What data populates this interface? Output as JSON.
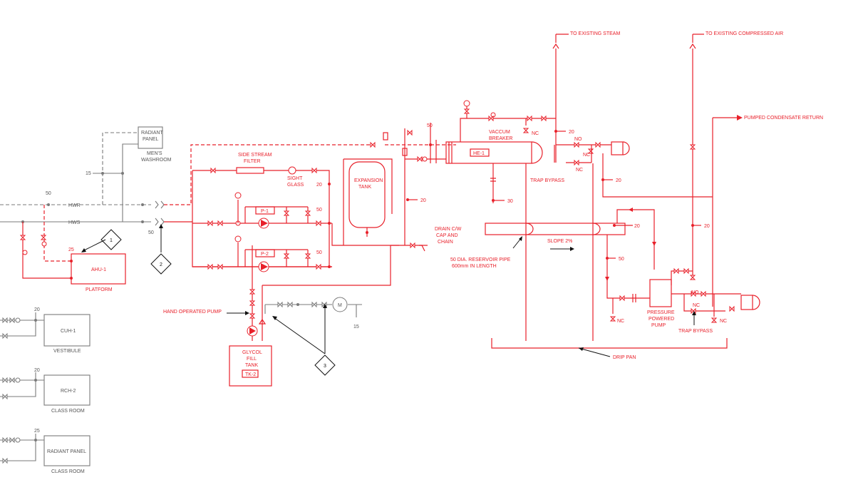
{
  "colors": {
    "heating_piping": "#e8202a",
    "existing_piping": "#7a7a7a",
    "callouts": "#111111",
    "background": "#ffffff"
  },
  "icons": [
    "gate-valve-icon",
    "check-valve-icon",
    "pump-icon",
    "pressure-gauge-icon",
    "motor-icon",
    "callout-diamond-icon",
    "arrow-icon"
  ],
  "labels": {
    "radiant_panel_top": [
      "RADIANT",
      "PANEL"
    ],
    "mens_washroom": [
      "MEN'S",
      "WASHROOM"
    ],
    "hwr": "HWR",
    "hws": "HWS",
    "side_stream_filter": [
      "SIDE STREAM",
      "FILTER"
    ],
    "sight_glass": [
      "SIGHT",
      "GLASS"
    ],
    "expansion_tank": [
      "EXPANSION",
      "TANK"
    ],
    "p1": "P-1",
    "p2": "P-2",
    "ahu1": "AHU-1",
    "platform": "PLATFORM",
    "hand_operated_pump": "HAND OPERATED PUMP",
    "glycol_fill_tank": [
      "GLYCOL",
      "FILL",
      "TANK"
    ],
    "tk2": "TK-2",
    "motor": "M",
    "vacuum_breaker": [
      "VACCUM",
      "BREAKER"
    ],
    "he1": "HE-1",
    "drain": [
      "DRAIN C/W",
      "CAP AND",
      "CHAIN"
    ],
    "reservoir": [
      "50 DIA. RESERVOIR PIPE",
      "600mm IN LENGTH"
    ],
    "slope": "SLOPE 2%",
    "trap_bypass_upper": "TRAP BYPASS",
    "trap_bypass_lower": "TRAP BYPASS",
    "to_existing_steam": "TO EXISTING STEAM",
    "to_existing_compressed_air": "TO EXISTING COMPRESSED AIR",
    "pumped_condensate_return": "PUMPED CONDENSATE RETURN",
    "pressure_powered_pump": [
      "PRESSURE",
      "POWERED",
      "PUMP"
    ],
    "drip_pan": "DRIP PAN",
    "cuh1": "CUH-1",
    "vestibule": "VESTIBULE",
    "rch2": "RCH-2",
    "class_room_1": "CLASS ROOM",
    "radiant_panel_bottom": "RADIANT PANEL",
    "class_room_2": "CLASS ROOM",
    "nc": "NC",
    "no": "NO"
  },
  "pipe_sizes": {
    "s15a": "15",
    "s50a": "50",
    "s50b": "50",
    "s25a": "25",
    "s20a": "20",
    "s50c": "50",
    "s50d": "50",
    "s20b": "20",
    "s50e": "50",
    "s20c": "20",
    "s30": "30",
    "s20d": "20",
    "s20e": "20",
    "s20f": "20",
    "s50f": "50",
    "s20g": "20",
    "s20h": "20",
    "s15b": "15",
    "s20i": "20",
    "s20j": "20",
    "s25b": "25"
  },
  "callouts": {
    "c1": "1",
    "c2": "2",
    "c3": "3"
  }
}
